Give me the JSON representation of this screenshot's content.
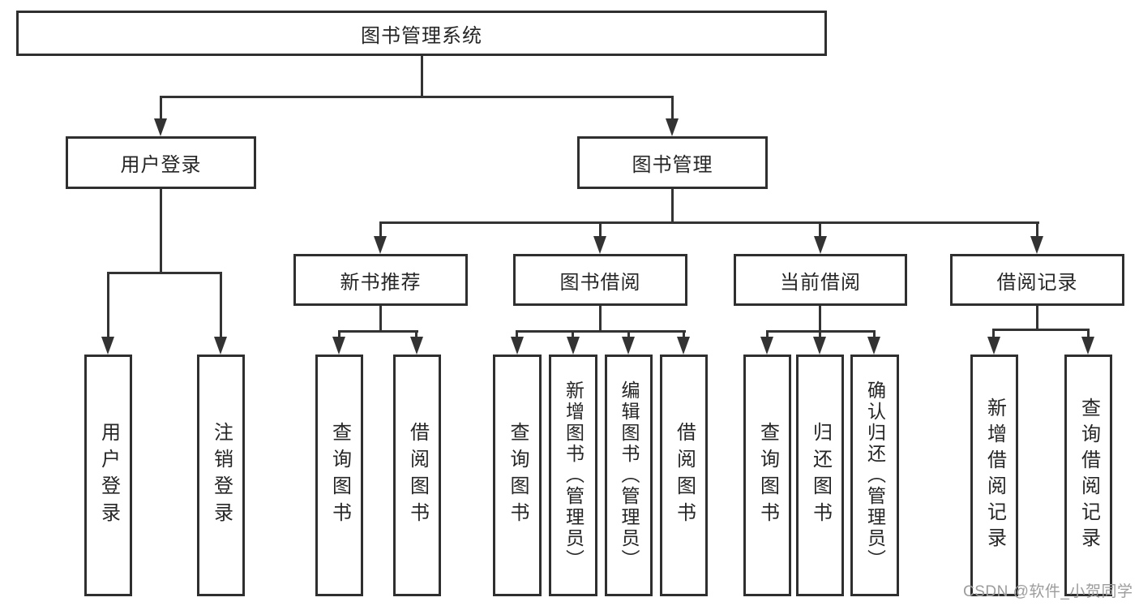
{
  "diagram": {
    "root": {
      "label": "图书管理系统"
    },
    "level2": [
      {
        "label": "用户登录"
      },
      {
        "label": "图书管理"
      }
    ],
    "level3": [
      {
        "label": "新书推荐"
      },
      {
        "label": "图书借阅"
      },
      {
        "label": "当前借阅"
      },
      {
        "label": "借阅记录"
      }
    ],
    "leaves": [
      {
        "label": "用户登录"
      },
      {
        "label": "注销登录"
      },
      {
        "label": "查询图书"
      },
      {
        "label": "借阅图书"
      },
      {
        "label": "查询图书"
      },
      {
        "label": "新增图书（管理员）"
      },
      {
        "label": "编辑图书（管理员）"
      },
      {
        "label": "借阅图书"
      },
      {
        "label": "查询图书"
      },
      {
        "label": "归还图书"
      },
      {
        "label": "确认归还（管理员）"
      },
      {
        "label": "新增借阅记录"
      },
      {
        "label": "查询借阅记录"
      }
    ]
  },
  "watermark": {
    "text": "CSDN @软件_小贺同学"
  },
  "colors": {
    "line": "#333333",
    "border": "#2f2f2f",
    "text": "#262626",
    "watermark": "#9c9c9c",
    "background": "#ffffff"
  }
}
